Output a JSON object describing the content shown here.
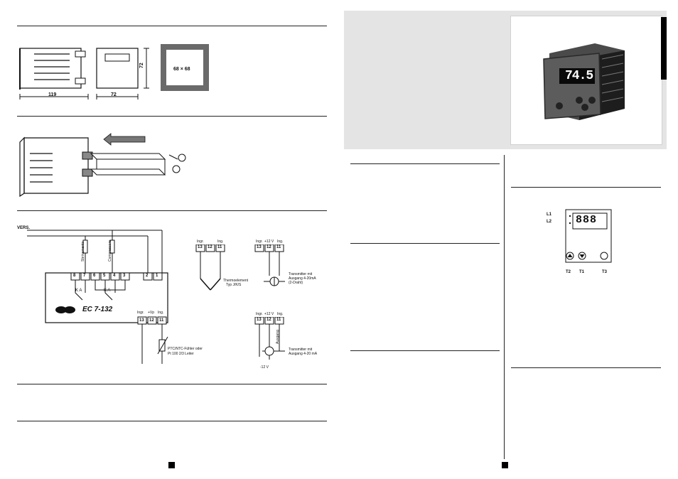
{
  "dimensions": {
    "depth": "119",
    "width": "72",
    "height": "72",
    "cutout": "68 × 68"
  },
  "wiring": {
    "supply_label": "VERS.",
    "model": "EC 7-132",
    "relay_labels": [
      "K A",
      "K A"
    ],
    "terminals_top": [
      "8",
      "7",
      "6",
      "5",
      "4",
      "3",
      "2",
      "1"
    ],
    "terminals_bottom": [
      "13",
      "12",
      "11"
    ],
    "bottom_header": [
      "Ingr.",
      "+Vp",
      "Ing."
    ],
    "relay_left_note": "Sbrinamento",
    "relay_mid_note": "Compressore",
    "probe_note_1": "PTC/NTC-Fühler oder",
    "probe_note_2": "Pt 100 2/3 Leiter"
  },
  "input_diagrams": {
    "thermo_header": [
      "Ingr.",
      "Ing."
    ],
    "thermo_terminals": [
      "13",
      "12",
      "11"
    ],
    "thermo_note_1": "Thermoelement",
    "thermo_note_2": "Typ J/K/S",
    "trans1_header": [
      "Ingr.",
      "+12 V",
      "Ing."
    ],
    "trans1_terminals": [
      "13",
      "12",
      "11"
    ],
    "trans1_note_1": "Transmitter mit",
    "trans1_note_2": "Ausgang 4-20mA",
    "trans1_note_3": "(2-Draht)",
    "trans2_header": [
      "Ingr.",
      "+12 V",
      "Ing."
    ],
    "trans2_terminals": [
      "13",
      "12",
      "11"
    ],
    "trans2_note_1": "Transmitter mit",
    "trans2_note_2": "Ausgang 4-20 mA",
    "trans2_side": "Ausgang",
    "trans2_minus": "-12 V"
  },
  "device_photo": {
    "reading": "74.5"
  },
  "front_panel": {
    "leds": [
      "L1",
      "L2"
    ],
    "display": "888",
    "keys": [
      "T2",
      "T1",
      "T3"
    ]
  },
  "colors": {
    "panel_gray": "#e4e4e4",
    "device_dark": "#2a2a2a",
    "display_red": "#ff3b30"
  }
}
